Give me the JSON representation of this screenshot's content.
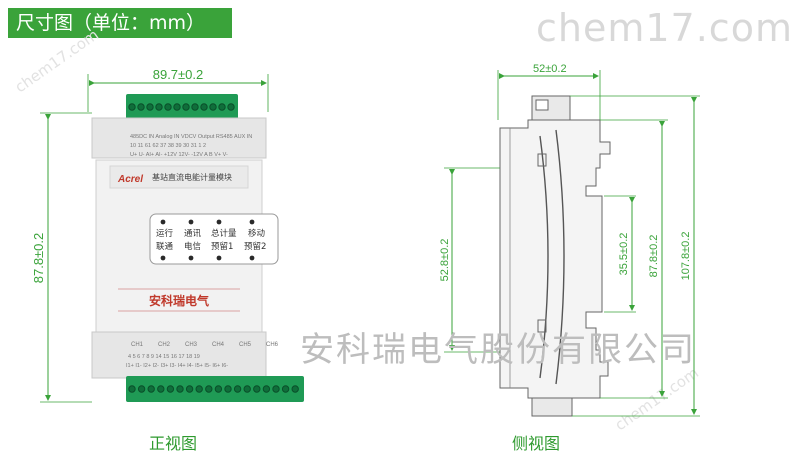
{
  "title": "尺寸图（单位：mm）",
  "watermarks": {
    "brand": "chem17.com",
    "company": "安科瑞电气股份有限公司",
    "small": "chem17.com"
  },
  "front_view": {
    "caption": "正视图",
    "width_dim": "89.7±0.2",
    "height_dim": "87.8±0.2",
    "top_terminal_labels": "485DC IN  Analog IN  VDCV Output  RS485   AUX IN",
    "top_numbers": "10  11  61  62  37  38  39  30  31      1   2",
    "top_signals": "U+  U-  AI+  AI-  +12V  12V- -12V  A   B      V+  V-",
    "brand": "Acrel",
    "module_name": "基站直流电能计量模块",
    "leds": [
      "运行",
      "通讯",
      "总计量",
      "移动",
      "联通",
      "电信",
      "预留1",
      "预留2"
    ],
    "company": "安科瑞电气",
    "bottom_channels": [
      "CH1",
      "CH2",
      "CH3",
      "CH4",
      "CH5",
      "CH6"
    ],
    "bottom_numbers": "4  5  6  7  8  9  14  15  16  17  18  19",
    "bottom_signals": "I1+ I1- I2+ I2- I3+ I3- I4+ I4- I5+ I5- I6+ I6-"
  },
  "side_view": {
    "caption": "侧视图",
    "top_dim": "52±0.2",
    "dim_52_8": "52.8±0.2",
    "dim_35_5": "35.5±0.2",
    "dim_87_8": "87.8±0.2",
    "dim_107_8": "107.8±0.2"
  }
}
